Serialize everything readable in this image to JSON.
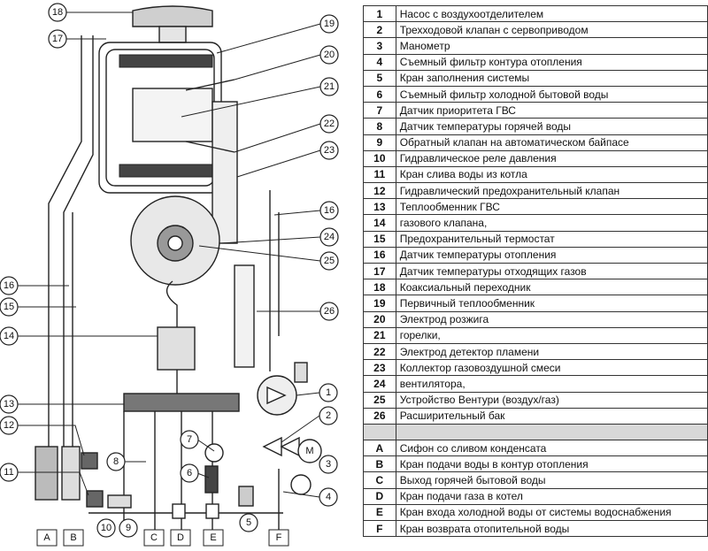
{
  "legend": [
    {
      "key": "1",
      "text": "Насос с воздухоотделителем"
    },
    {
      "key": "2",
      "text": "Трехходовой клапан с сервоприводом"
    },
    {
      "key": "3",
      "text": "Манометр"
    },
    {
      "key": "4",
      "text": "Съемный фильтр контура отопления"
    },
    {
      "key": "5",
      "text": "Кран заполнения системы"
    },
    {
      "key": "6",
      "text": "Съемный фильтр холодной бытовой воды"
    },
    {
      "key": "7",
      "text": "Датчик приоритета ГВС"
    },
    {
      "key": "8",
      "text": "Датчик температуры горячей воды"
    },
    {
      "key": "9",
      "text": "Обратный клапан на автоматическом байпасе"
    },
    {
      "key": "10",
      "text": "Гидравлическое реле давления"
    },
    {
      "key": "11",
      "text": "Кран слива воды из котла"
    },
    {
      "key": "12",
      "text": "Гидравлический предохранительный клапан"
    },
    {
      "key": "13",
      "text": "Теплообменник ГВС"
    },
    {
      "key": "14",
      "text": "газового клапана,"
    },
    {
      "key": "15",
      "text": "Предохранительный термостат"
    },
    {
      "key": "16",
      "text": "Датчик температуры отопления"
    },
    {
      "key": "17",
      "text": "Датчик температуры отходящих газов"
    },
    {
      "key": "18",
      "text": "Коаксиальный переходник"
    },
    {
      "key": "19",
      "text": "Первичный теплообменник"
    },
    {
      "key": "20",
      "text": "Электрод розжига"
    },
    {
      "key": "21",
      "text": "горелки,"
    },
    {
      "key": "22",
      "text": "Электрод детектор пламени"
    },
    {
      "key": "23",
      "text": "Коллектор газовоздушной смеси"
    },
    {
      "key": "24",
      "text": "вентилятора,"
    },
    {
      "key": "25",
      "text": "Устройство Вентури (воздух/газ)"
    },
    {
      "key": "26",
      "text": "Расширительный бак"
    },
    {
      "key": "",
      "text": ""
    },
    {
      "key": "A",
      "text": "Сифон со сливом конденсата"
    },
    {
      "key": "B",
      "text": "Кран подачи воды в контур отопления"
    },
    {
      "key": "C",
      "text": "Выход горячей бытовой воды"
    },
    {
      "key": "D",
      "text": "Кран подачи газа в котел"
    },
    {
      "key": "E",
      "text": "Кран входа холодной воды от системы водоснабжения"
    },
    {
      "key": "F",
      "text": "Кран возврата отопительной воды"
    }
  ],
  "callouts": {
    "c1": "1",
    "c2": "2",
    "c3": "3",
    "c4": "4",
    "c5": "5",
    "c6": "6",
    "c7": "7",
    "c8": "8",
    "c9": "9",
    "c10": "10",
    "c11": "11",
    "c12": "12",
    "c13": "13",
    "c14": "14",
    "c15": "15",
    "c16a": "16",
    "c16b": "16",
    "c17": "17",
    "c18": "18",
    "c19": "19",
    "c20": "20",
    "c21": "21",
    "c22": "22",
    "c23": "23",
    "c24": "24",
    "c25": "25",
    "c26": "26"
  },
  "connections": {
    "A": "A",
    "B": "B",
    "C": "C",
    "D": "D",
    "E": "E",
    "F": "F"
  },
  "motor_symbol": "M"
}
